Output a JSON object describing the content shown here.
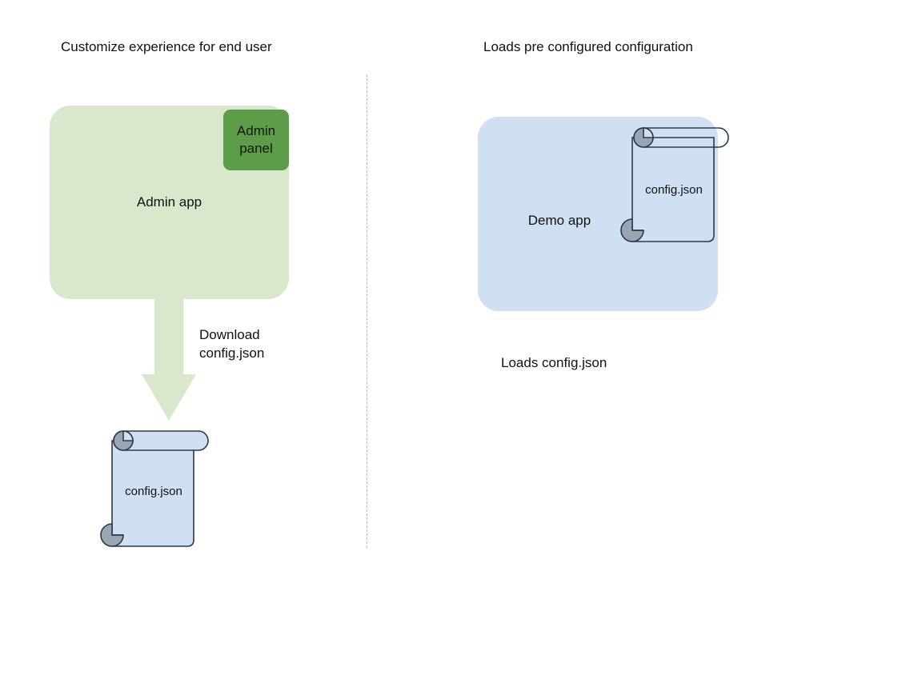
{
  "diagram": {
    "type": "flow-diagram",
    "background": "#ffffff",
    "left_panel": {
      "title": "Customize experience for end user",
      "app": {
        "label": "Admin app",
        "fill": "#d9e8cd"
      },
      "badge": {
        "label": "Admin panel",
        "label_line1": "Admin",
        "label_line2": "panel",
        "fill": "#5d9c48"
      },
      "arrow": {
        "label_line1": "Download",
        "label_line2": "config.json",
        "direction": "down",
        "fill": "#d9e8cd"
      },
      "document": {
        "label": "config.json",
        "fill": "#cfe0f3",
        "stroke": "#2b3a4a",
        "curl_fill": "#9aa5b1"
      }
    },
    "right_panel": {
      "title": "Loads pre configured configuration",
      "app": {
        "label": "Demo app",
        "fill": "#cfe0f3"
      },
      "document": {
        "label": "config.json",
        "fill": "transparent",
        "stroke": "#2b3a4a",
        "curl_fill": "#9aa5b1"
      },
      "caption": "Loads config.json"
    },
    "divider": {
      "style": "dashed",
      "color": "#b9b9b9"
    }
  }
}
